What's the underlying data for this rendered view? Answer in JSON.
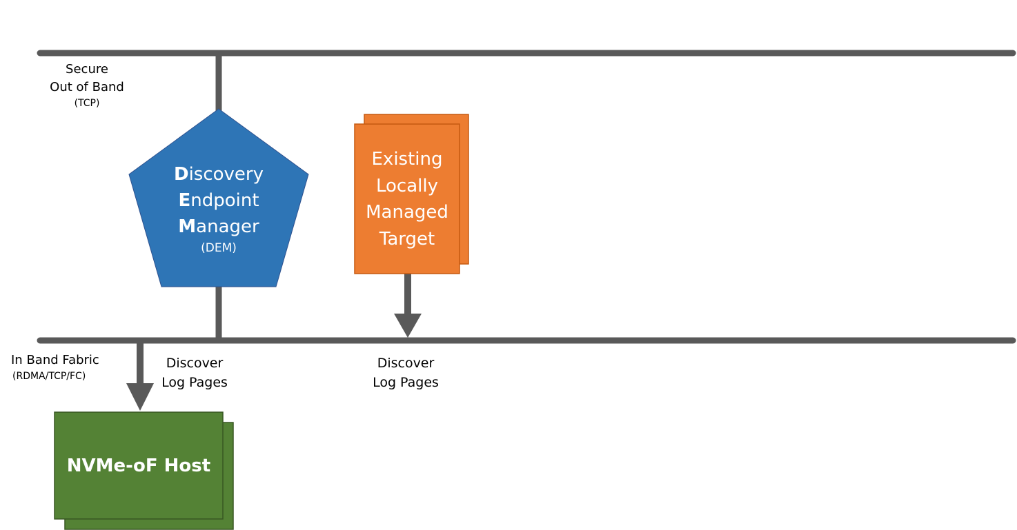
{
  "colors": {
    "bus_line": "#595959",
    "dem_fill": "#2e75b6",
    "target_fill": "#ed7d31",
    "host_fill": "#548235",
    "text_on_shape": "#ffffff"
  },
  "oob_bus": {
    "line1": "Secure",
    "line2": "Out of Band",
    "line3": "(TCP)"
  },
  "in_band_bus": {
    "line1": "In Band Fabric",
    "line3": "(RDMA/TCP/FC)"
  },
  "dem": {
    "line1_initial": "D",
    "line1_rest": "iscovery",
    "line2_initial": "E",
    "line2_rest": "ndpoint",
    "line3_initial": "M",
    "line3_rest": "anager",
    "abbr": "(DEM)"
  },
  "target": {
    "line1": "Existing",
    "line2": "Locally",
    "line3": "Managed",
    "line4": "Target"
  },
  "host": {
    "label": "NVMe-oF Host"
  },
  "discover_left": {
    "line1": "Discover",
    "line2": "Log Pages"
  },
  "discover_mid": {
    "line1": "Discover",
    "line2": "Log Pages"
  }
}
